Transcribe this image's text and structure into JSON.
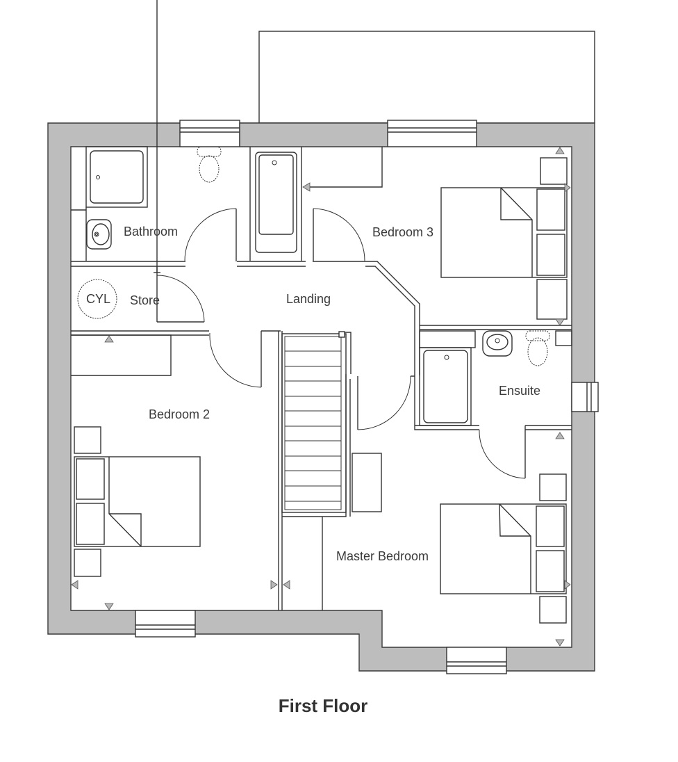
{
  "plan": {
    "title": "First Floor",
    "rooms": {
      "bathroom": "Bathroom",
      "bedroom3": "Bedroom 3",
      "store": "Store",
      "cylinder": "CYL",
      "landing": "Landing",
      "ensuite": "Ensuite",
      "bedroom2": "Bedroom 2",
      "master": "Master Bedroom"
    },
    "colors": {
      "wall_fill": "#bdbdbd",
      "line": "#333333",
      "marker_fill": "#b8b8b8",
      "text": "#3a3a3a"
    }
  }
}
